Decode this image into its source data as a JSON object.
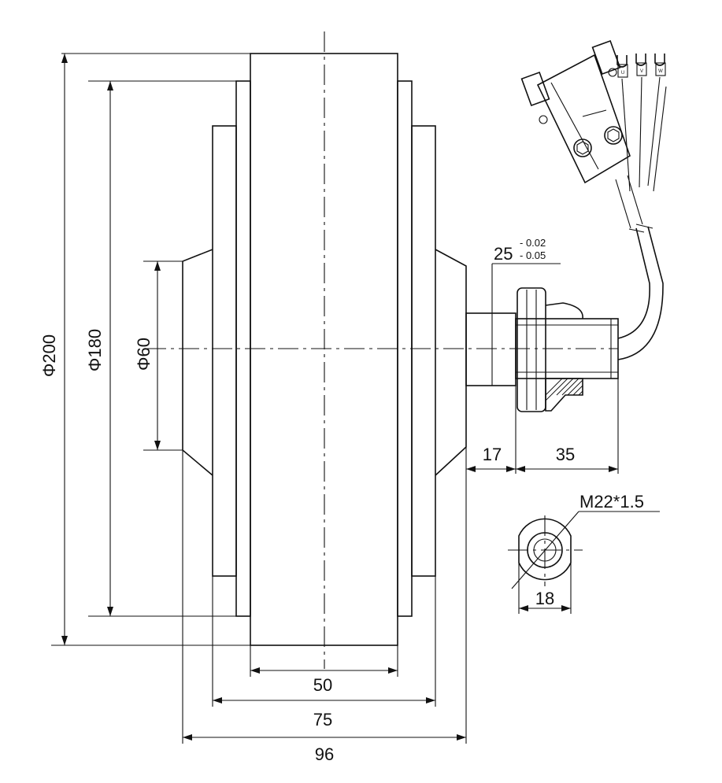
{
  "dimensions": {
    "outer_diameter": "Φ200",
    "flange_diameter": "Φ180",
    "hub_diameter": "Φ60",
    "width_inner": "50",
    "width_mid": "75",
    "width_overall": "96",
    "shaft_step": "17",
    "shaft_thread_length": "35",
    "shaft_diameter": "25",
    "shaft_tolerance_upper": "- 0.02",
    "shaft_tolerance_lower": "- 0.05",
    "thread_spec": "M22*1.5",
    "flat_width": "18"
  },
  "connector": {
    "terminal_labels": [
      "U",
      "V",
      "W"
    ]
  },
  "colors": {
    "line": "#111111",
    "background": "#ffffff"
  }
}
